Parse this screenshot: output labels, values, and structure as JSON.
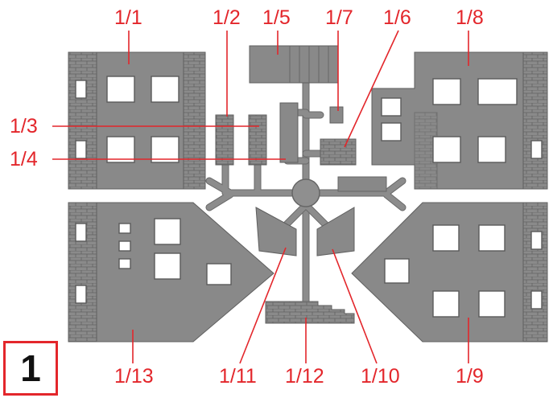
{
  "step": "1",
  "parts": [
    {
      "id": "p1",
      "label": "1/1"
    },
    {
      "id": "p2",
      "label": "1/2"
    },
    {
      "id": "p3",
      "label": "1/3"
    },
    {
      "id": "p4",
      "label": "1/4"
    },
    {
      "id": "p5",
      "label": "1/5"
    },
    {
      "id": "p6",
      "label": "1/6"
    },
    {
      "id": "p7",
      "label": "1/7"
    },
    {
      "id": "p8",
      "label": "1/8"
    },
    {
      "id": "p9",
      "label": "1/9"
    },
    {
      "id": "p10",
      "label": "1/10"
    },
    {
      "id": "p11",
      "label": "1/11"
    },
    {
      "id": "p12",
      "label": "1/12"
    },
    {
      "id": "p13",
      "label": "1/13"
    }
  ],
  "colors": {
    "label": "#e3262b",
    "plastic": "#898989",
    "window": "#ffffff"
  }
}
